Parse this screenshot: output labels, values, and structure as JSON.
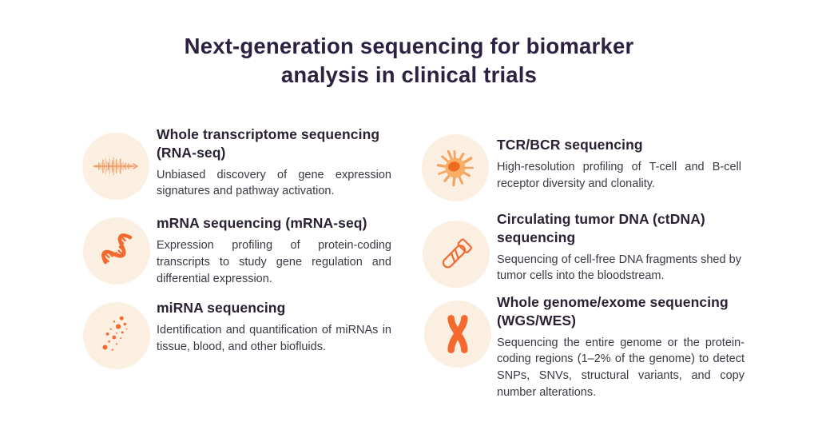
{
  "title": {
    "line1": "Next-generation sequencing for biomarker",
    "line2": "analysis in clinical trials"
  },
  "colors": {
    "accent_orange": "#F3692E",
    "light_orange": "#F6A55C",
    "icon_circle_bg": "#FBEFE1",
    "title_text": "#2C2140",
    "body_text": "#3D3744"
  },
  "items": [
    {
      "icon": "waveform-icon",
      "heading": "Whole transcriptome sequencing (RNA-seq)",
      "description": "Unbiased discovery of gene expression signatures and pathway activation."
    },
    {
      "icon": "rna-strand-icon",
      "heading": "mRNA sequencing (mRNA-seq)",
      "description": "Expression profiling of protein-coding transcripts to study gene regulation and differential expression."
    },
    {
      "icon": "scattered-dots-icon",
      "heading": "miRNA sequencing",
      "description": "Identification and quantification of miRNAs in tissue, blood, and other biofluids."
    },
    {
      "icon": "immune-cell-icon",
      "heading": "TCR/BCR sequencing",
      "description": "High-resolution profiling of T-cell and B-cell receptor diversity and clonality."
    },
    {
      "icon": "blood-tube-icon",
      "heading": "Circulating tumor DNA (ctDNA) sequencing",
      "description": "Sequencing of cell-free DNA fragments shed by tumor cells into the bloodstream."
    },
    {
      "icon": "chromosome-icon",
      "heading": "Whole genome/exome sequencing (WGS/WES)",
      "description": "Sequencing the entire genome or the protein-coding regions (1–2% of the genome) to detect SNPs, SNVs, structural variants, and copy number alterations."
    }
  ]
}
